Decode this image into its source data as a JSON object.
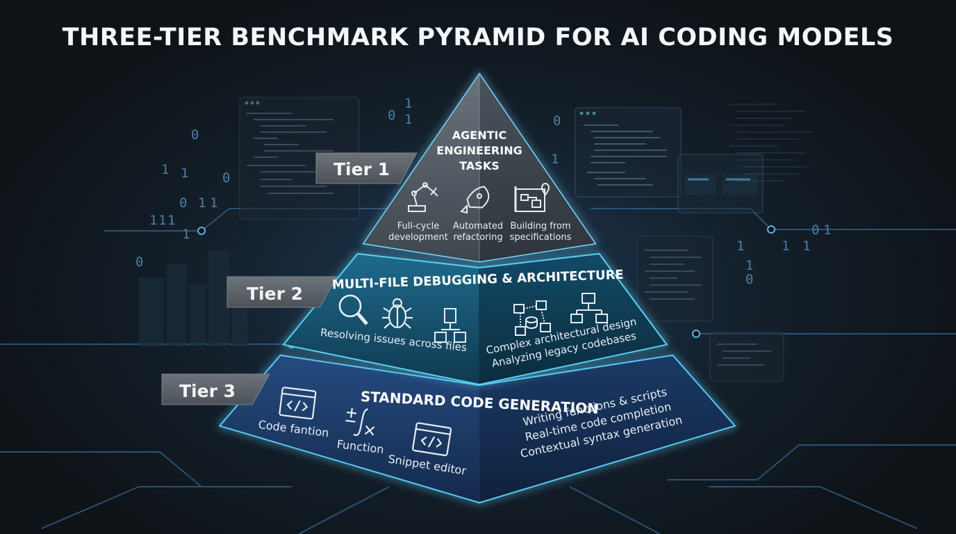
{
  "title": "THREE-TIER BENCHMARK PYRAMID FOR AI CODING MODELS",
  "tiers": [
    {
      "tab": "Tier 1",
      "heading_lines": [
        "AGENTIC",
        "ENGINEERING",
        "TASKS"
      ],
      "items": [
        {
          "icon": "robot-arm-icon",
          "lines": [
            "Full-cycle",
            "development"
          ]
        },
        {
          "icon": "rocket-icon",
          "lines": [
            "Automated",
            "refactoring"
          ]
        },
        {
          "icon": "blueprint-icon",
          "lines": [
            "Building from",
            "specifications"
          ]
        }
      ]
    },
    {
      "tab": "Tier 2",
      "heading": "MULTI-FILE DEBUGGING & ARCHITECTURE",
      "left_icons": [
        "magnifier-icon",
        "bug-icon",
        "file-tree-icon"
      ],
      "left_caption": "Resolving issues across files",
      "right_icons": [
        "architecture-diagram-icon",
        "hierarchy-icon"
      ],
      "right_captions": [
        "Complex architectural design",
        "Analyzing legacy codebases"
      ]
    },
    {
      "tab": "Tier 3",
      "heading": "STANDARD CODE GENERATION",
      "items": [
        {
          "icon": "code-window-icon",
          "label": "Code fantion"
        },
        {
          "icon": "math-function-icon",
          "label": "Function"
        },
        {
          "icon": "snippet-editor-icon",
          "label": "Snippet editor"
        }
      ],
      "right_captions": [
        "Writing functions & scripts",
        "Real-time code completion",
        "Contextual syntax generation"
      ]
    }
  ],
  "colors": {
    "tier1": "#4f5861",
    "tier2": "#17506d",
    "tier3": "#1b3a66",
    "glow": "#58c8f4",
    "tab": "#5b6168"
  }
}
